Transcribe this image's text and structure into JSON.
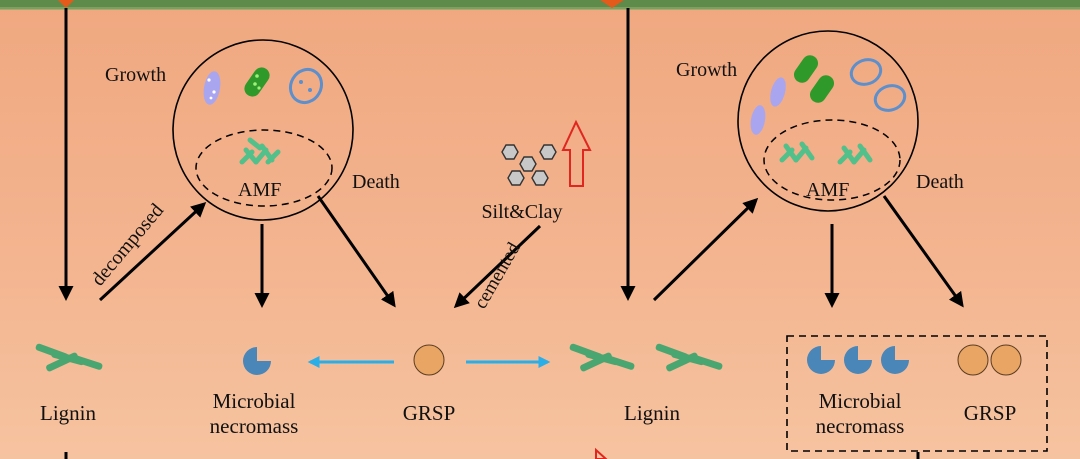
{
  "left": {
    "growth": "Growth",
    "death": "Death",
    "amf": "AMF",
    "decomposed": "decomposed",
    "lignin": "Lignin",
    "microbial_line1": "Microbial",
    "microbial_line2": "necromass",
    "grsp": "GRSP"
  },
  "middle": {
    "silt_clay": "Silt&Clay",
    "cemented": "cemented"
  },
  "right": {
    "growth": "Growth",
    "death": "Death",
    "amf": "AMF",
    "lignin": "Lignin",
    "microbial_line1": "Microbial",
    "microbial_line2": "necromass",
    "grsp": "GRSP"
  },
  "colors": {
    "soil": "#f3b48f",
    "lignin": "#4aa670",
    "necromass": "#4a86b8",
    "grsp": "#e8a564",
    "cyan_arrow": "#2aaee8",
    "red_arrow": "#e0261e",
    "green_microbe": "#2f9a2a",
    "purple_microbe": "#a9a6ef",
    "blue_microbe": "#5c8fcc",
    "amf_hyphae": "#52c08a"
  }
}
